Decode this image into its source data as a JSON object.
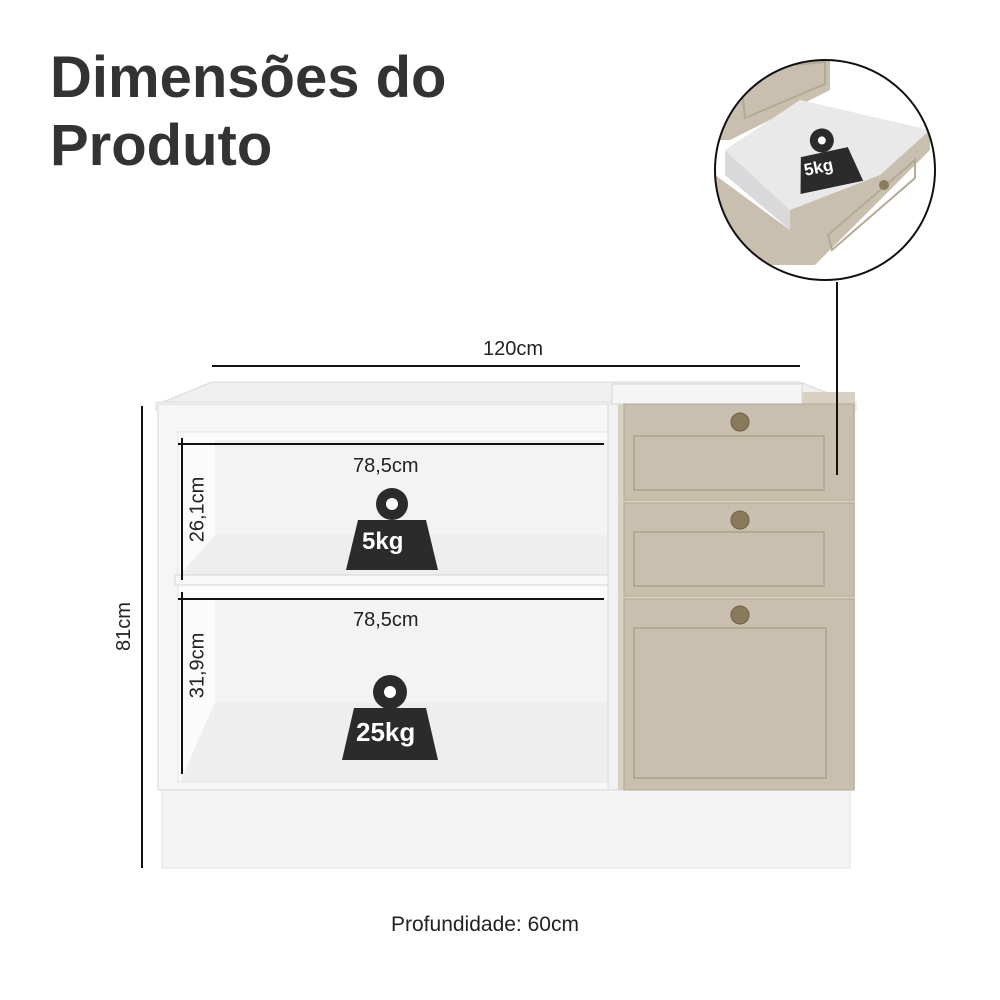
{
  "heading": {
    "line1": "Dimensões do",
    "line2": "Produto"
  },
  "dimensions": {
    "width": "120cm",
    "height": "81cm",
    "niche_top_width": "78,5cm",
    "niche_top_height": "26,1cm",
    "niche_bottom_width": "78,5cm",
    "niche_bottom_height": "31,9cm",
    "depth": "Profundidade: 60cm"
  },
  "weights": {
    "top_shelf": "5kg",
    "bottom_shelf": "25kg",
    "drawer": "5kg"
  },
  "colors": {
    "cabinet_white": "#f2f2f2",
    "front_beige": "#c9bfae",
    "knob_bronze": "#8a7a5c",
    "weight_icon": "#2b2b2b",
    "text": "#333333"
  }
}
